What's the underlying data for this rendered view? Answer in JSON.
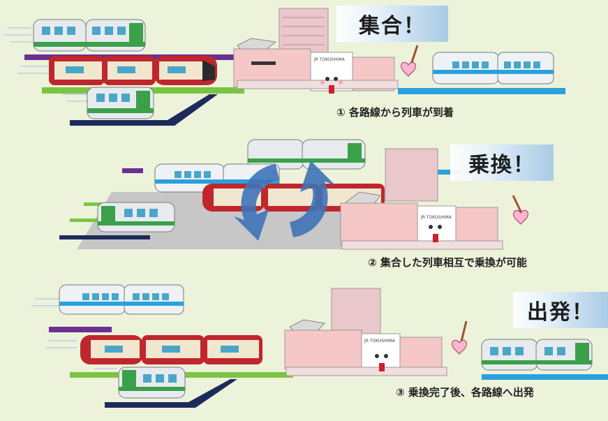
{
  "steps": [
    {
      "badge": "集合！",
      "caption": "① 各路線から列車が到着",
      "station_label": "JR TOKUSHIMA"
    },
    {
      "badge": "乗換！",
      "caption": "② 集合した列車相互で乗換が可能",
      "station_label": "JR TOKUSHIMA"
    },
    {
      "badge": "出発！",
      "caption": "③ 乗換完了後、各路線へ出発",
      "station_label": "JR TOKUSHIMA"
    }
  ],
  "colors": {
    "background": "#ecf3da",
    "line_purple": "#6b2f92",
    "line_green": "#7cc443",
    "line_navy": "#1d2a5c",
    "line_blue": "#2aa0dc",
    "express_red": "#c0262d",
    "local_green": "#3aa04a",
    "station_pink": "#f6c7c7"
  }
}
